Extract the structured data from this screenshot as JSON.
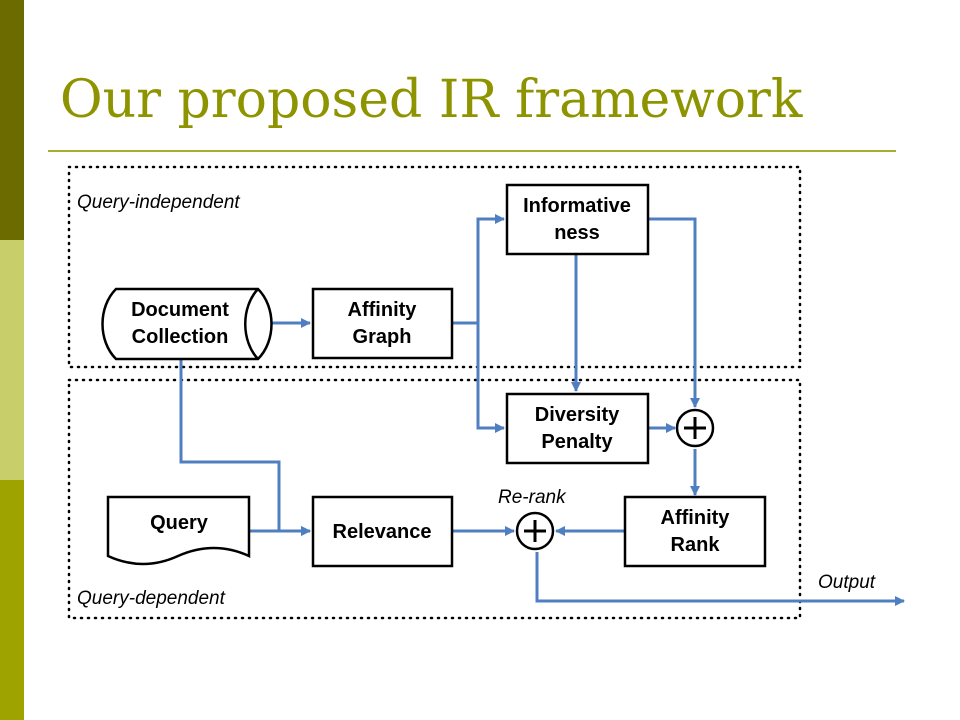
{
  "slide": {
    "title": "Our proposed IR framework"
  },
  "diagram": {
    "regions": {
      "query_independent": "Query-independent",
      "query_dependent": "Query-dependent"
    },
    "nodes": {
      "document_collection": [
        "Document",
        "Collection"
      ],
      "affinity_graph": [
        "Affinity",
        "Graph"
      ],
      "informativeness": [
        "Informative",
        "ness"
      ],
      "diversity_penalty": [
        "Diversity",
        "Penalty"
      ],
      "query": "Query",
      "relevance": "Relevance",
      "affinity_rank": [
        "Affinity",
        "Rank"
      ]
    },
    "labels": {
      "re_rank": "Re-rank",
      "output": "Output"
    },
    "colors": {
      "edge": "#4f7fc0",
      "title": "#8e9400"
    }
  }
}
